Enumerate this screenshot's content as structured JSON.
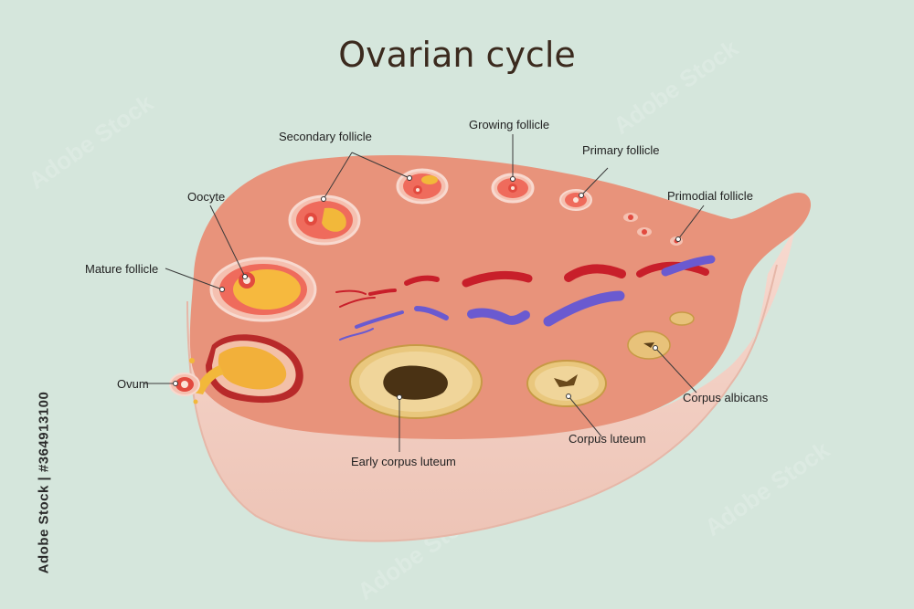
{
  "title": "Ovarian cycle",
  "labels": {
    "secondary_follicle": "Secondary follicle",
    "growing_follicle": "Growing follicle",
    "primary_follicle": "Primary follicle",
    "oocyte": "Oocyte",
    "primodial_follicle": "Primodial follicle",
    "mature_follicle": "Mature follicle",
    "ovum": "Ovum",
    "early_corpus_luteum": "Early corpus luteum",
    "corpus_luteum": "Corpus luteum",
    "corpus_albicans": "Corpus albicans"
  },
  "stock_id": "Adobe Stock | #364913100",
  "watermark": "Adobe Stock",
  "colors": {
    "background": "#d5e6dc",
    "ovary_surface": "#e8937b",
    "ovary_side": "#f6d4c8",
    "follicle_red": "#e24a3f",
    "oocyte_yellow": "#f2b83a",
    "corpus_luteum": "#e9c77d",
    "artery": "#c81f2a",
    "vein": "#6a5ad0"
  }
}
